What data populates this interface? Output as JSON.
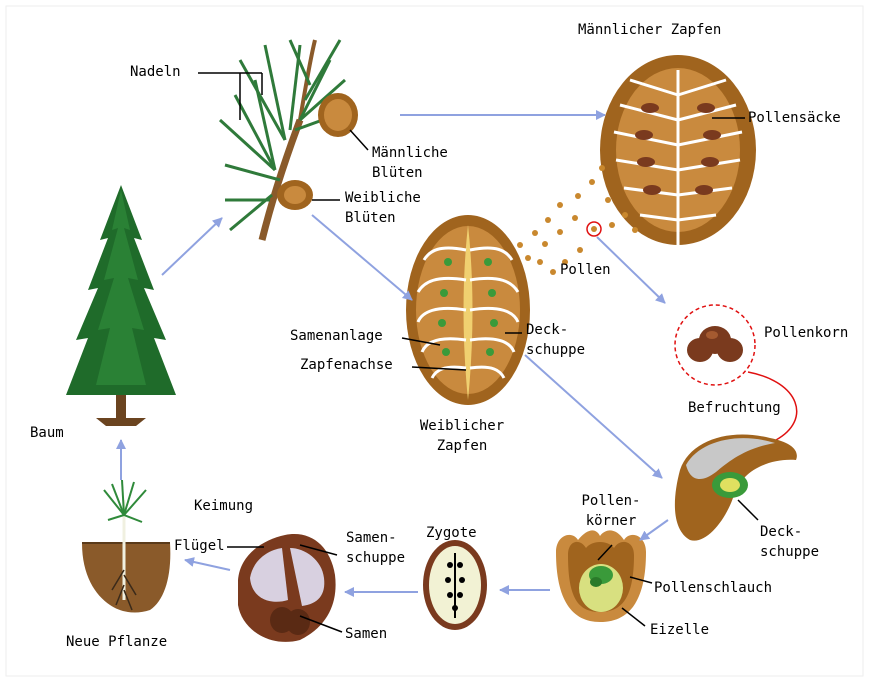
{
  "labels": {
    "nadeln": "Nadeln",
    "maennliche_blueten_1": "Männliche",
    "maennliche_blueten_2": "Blüten",
    "weibliche_blueten_1": "Weibliche",
    "weibliche_blueten_2": "Blüten",
    "maennlicher_zapfen": "Männlicher Zapfen",
    "pollensaecke": "Pollensäcke",
    "pollen": "Pollen",
    "pollenkorn": "Pollenkorn",
    "samenanlage": "Samenanlage",
    "zapfenachse": "Zapfenachse",
    "deckschuppe_1": "Deck-",
    "deckschuppe_2": "schuppe",
    "weiblicher_zapfen_1": "Weiblicher",
    "weiblicher_zapfen_2": "Zapfen",
    "baum": "Baum",
    "befruchtung": "Befruchtung",
    "deckschuppe2_1": "Deck-",
    "deckschuppe2_2": "schuppe",
    "keimung": "Keimung",
    "pollenkoerner_1": "Pollen-",
    "pollenkoerner_2": "körner",
    "fluegel": "Flügel",
    "samenschuppe_1": "Samen-",
    "samenschuppe_2": "schuppe",
    "zygote": "Zygote",
    "pollenschlauch": "Pollenschlauch",
    "eizelle": "Eizelle",
    "samen": "Samen",
    "neue_pflanze": "Neue Pflanze"
  },
  "colors": {
    "arrow": "#8fa2e0",
    "fertilization_arrow": "#e01010",
    "tree_green": "#1f6b2a",
    "cone_brown": "#a0641e",
    "cone_light": "#d9a85a",
    "seed_brown": "#7a3a1e",
    "soil": "#8a5a2a"
  }
}
